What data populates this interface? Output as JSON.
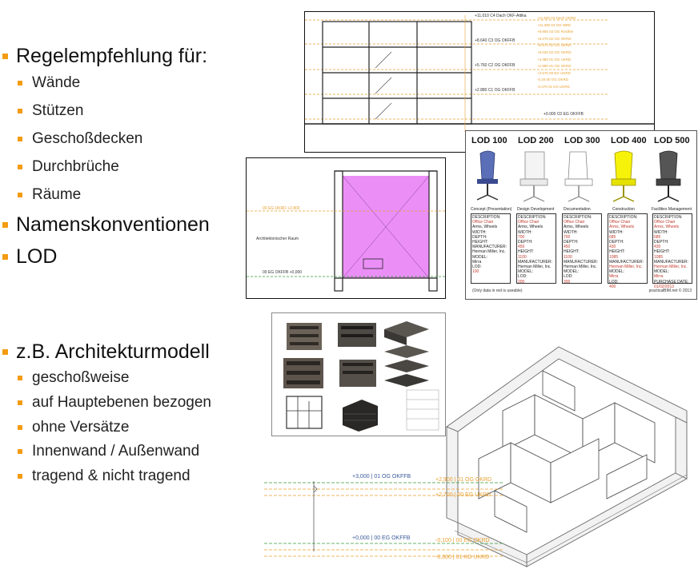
{
  "bullets_top": [
    {
      "text": "Regelempfehlung für:",
      "level": 1
    },
    {
      "text": "Wände",
      "level": 2
    },
    {
      "text": "Stützen",
      "level": 2
    },
    {
      "text": "Geschoßdecken",
      "level": 2
    },
    {
      "text": "Durchbrüche",
      "level": 2
    },
    {
      "text": "Räume",
      "level": 2
    },
    {
      "text": "Namenskonventionen",
      "level": 1
    },
    {
      "text": "LOD",
      "level": 1
    }
  ],
  "bullets_bottom": [
    {
      "text": "z.B. Architekturmodell",
      "level": 1
    },
    {
      "text": "geschoßweise",
      "level": 2
    },
    {
      "text": "auf Hauptebenen bezogen",
      "level": 2
    },
    {
      "text": "ohne Versätze",
      "level": 2
    },
    {
      "text": "Innenwand / Außenwand",
      "level": 2
    },
    {
      "text": "tragend & nicht tragend",
      "level": 2
    }
  ],
  "section_drawing": {
    "levels_left": [
      "+11.010 C4 Dach OKF-Attika",
      "+8.640 C3 OG OKFFB",
      "+5.760 C2 OG OKFFB",
      "+2.880 C1 OG OKFFB",
      "+0.000 C0 EG OKFFB"
    ],
    "levels_right": [
      "+11.500 04 Dach OKRD",
      "+11.300 03 OG WRE",
      "+8.905 03 OG Rostfrei",
      "+8.270 02 OG OKRD",
      "+6.870 02 OG UKRD",
      "+5.040 02 OG OKRD",
      "+4.380 01 OG UKRD",
      "+2.880 01 OG OKRD",
      "+2.570 00 EG UKRD",
      "-0.20 00 OG OKRD",
      "-0.470 01 KG UKRD"
    ]
  },
  "room_drawing": {
    "level_top": "00 EG UKRD +2.800",
    "room_label": "Architektonischer Raum",
    "level_bottom": "00 EG OKFFB +0,000"
  },
  "lod_chart": {
    "headers": [
      "LOD 100",
      "LOD 200",
      "LOD 300",
      "LOD 400",
      "LOD 500"
    ],
    "captions": [
      "Concept (Presentation)",
      "Design Development",
      "Documentation",
      "Construction",
      "Facilities Management"
    ],
    "boxes": [
      [
        "DESCRIPTION:",
        "Office Chair",
        "Arms, Wheels",
        "WIDTH:",
        "DEPTH:",
        "HEIGHT:",
        "MANUFACTURER:",
        "Herman Miller, Inc.",
        "MODEL:",
        "Mirra",
        "LOD:",
        "100"
      ],
      [
        "DESCRIPTION:",
        "Office Chair",
        "Arms, Wheels",
        "WIDTH:",
        "700",
        "DEPTH:",
        "450",
        "HEIGHT:",
        "1100",
        "MANUFACTURER:",
        "Herman Miller, Inc.",
        "MODEL:",
        "LOD:",
        "200"
      ],
      [
        "DESCRIPTION:",
        "Office Chair",
        "Arms, Wheels",
        "WIDTH:",
        "700",
        "DEPTH:",
        "450",
        "HEIGHT:",
        "1100",
        "MANUFACTURER:",
        "Herman Miller, Inc.",
        "MODEL:",
        "LOD:",
        "300"
      ],
      [
        "DESCRIPTION:",
        "Office Chair",
        "Arms, Wheels",
        "WIDTH:",
        "685",
        "DEPTH:",
        "430",
        "HEIGHT:",
        "1085",
        "MANUFACTURER:",
        "Herman Miller, Inc.",
        "MODEL:",
        "Mirra",
        "LOD:",
        "400"
      ],
      [
        "DESCRIPTION:",
        "Office Chair",
        "Arms, Wheels",
        "WIDTH:",
        "685",
        "DEPTH:",
        "430",
        "HEIGHT:",
        "1085",
        "MANUFACTURER:",
        "Herman Miller, Inc.",
        "MODEL:",
        "Mirra",
        "PURCHASE DATE:",
        "01/02/2013"
      ]
    ],
    "footnote": "(Only data in red is useable)",
    "credit": "practicalBIM.net © 2013",
    "chair_colors": [
      "#5a6fb8",
      "#f4f4f4",
      "#ffffff",
      "#f7f20a",
      "#555555"
    ]
  },
  "levels_drawing": {
    "left": [
      "+3,000 | 01 OG OKFFB",
      "+0,000 | 00 EG OKFFB"
    ],
    "right": [
      "+2,900 | 01 OG OKRD",
      "+2,700 | 00 EG UKRD",
      "-0,100 | 00 EG OKRD",
      "-0,300 | 01 KG UKRD"
    ]
  },
  "colors": {
    "bullet": "#f39c12",
    "room_fill": "#e88cf5",
    "lod_yellow": "#f7f20a",
    "level_orange": "#e8a030",
    "level_green": "#3a9a3a"
  }
}
